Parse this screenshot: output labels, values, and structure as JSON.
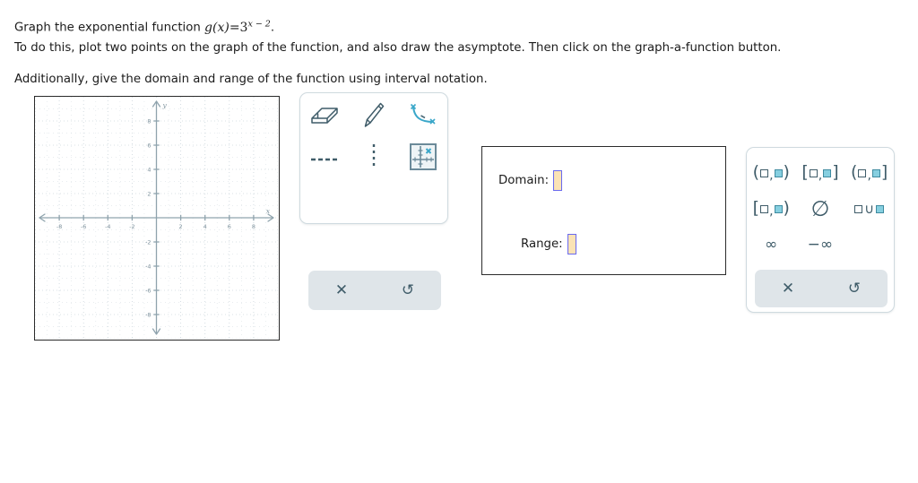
{
  "prompt": {
    "line1_pre": "Graph the exponential function ",
    "fn_name": "g",
    "fn_arg": "(x)",
    "fn_eq": "=3",
    "fn_exponent": "x − 2",
    "line1_post": ".",
    "line2": "To do this, plot two points on the graph of the function, and also draw the asymptote. Then click on the graph-a-function button.",
    "line3": "Additionally, give the domain and range of the function using interval notation."
  },
  "graph": {
    "x_ticks": [
      "-8",
      "-6",
      "-4",
      "-2",
      "2",
      "4",
      "6",
      "8"
    ],
    "y_ticks": [
      "8",
      "6",
      "4",
      "2",
      "-2",
      "-4",
      "-6",
      "-8"
    ],
    "x_axis_label": "x",
    "y_axis_label": "y",
    "x_min": -10,
    "x_max": 10,
    "y_min": -10,
    "y_max": 10,
    "minor_step": 1,
    "major_step": 2,
    "grid_color": "#c8d3da",
    "axis_color": "#8fa3ad",
    "border_color": "#2b2b2b",
    "plotted_points": [],
    "curves": []
  },
  "graph_toolbar": {
    "tools": [
      {
        "name": "eraser-icon",
        "label": "Eraser"
      },
      {
        "name": "pencil-icon",
        "label": "Pencil"
      },
      {
        "name": "curve-icon",
        "label": "Draw curve through points"
      },
      {
        "name": "dashed-line-icon",
        "label": "Horizontal dashed line"
      },
      {
        "name": "dotted-line-icon",
        "label": "Vertical dotted line"
      },
      {
        "name": "graph-a-function-icon",
        "label": "Graph a function"
      }
    ],
    "actions": [
      {
        "name": "clear-button",
        "glyph": "✕",
        "label": "Clear"
      },
      {
        "name": "undo-button",
        "glyph": "↺",
        "label": "Undo"
      }
    ]
  },
  "answer": {
    "domain_label": "Domain:",
    "domain_value": "",
    "range_label": "Range:",
    "range_value": ""
  },
  "interval_palette": {
    "symbols": [
      {
        "name": "open-open-interval",
        "kind": "interval",
        "left": "(",
        "right": ")",
        "fill_left": false,
        "fill_right": true
      },
      {
        "name": "closed-closed-interval",
        "kind": "interval",
        "left": "[",
        "right": "]",
        "fill_left": false,
        "fill_right": true
      },
      {
        "name": "open-closed-interval",
        "kind": "interval",
        "left": "(",
        "right": "]",
        "fill_left": false,
        "fill_right": true
      },
      {
        "name": "closed-open-interval",
        "kind": "interval",
        "left": "[",
        "right": ")",
        "fill_left": false,
        "fill_right": true
      },
      {
        "name": "empty-set-symbol",
        "kind": "emptyset",
        "glyph": "∅"
      },
      {
        "name": "union-symbol",
        "kind": "union",
        "glyph": "∪"
      },
      {
        "name": "infinity-symbol",
        "kind": "text",
        "glyph": "∞"
      },
      {
        "name": "negative-infinity-symbol",
        "kind": "text",
        "glyph": "−∞"
      }
    ],
    "actions": [
      {
        "name": "clear-button",
        "glyph": "✕",
        "label": "Clear"
      },
      {
        "name": "undo-button",
        "glyph": "↺",
        "label": "Undo"
      }
    ]
  },
  "colors": {
    "tool_stroke": "#3f5c69",
    "accent_blue": "#3aa7c9",
    "action_bar_bg": "#dfe5e9",
    "panel_border": "#cfdadf",
    "input_bg": "#fbe3b5",
    "input_border": "#6a6aef"
  }
}
